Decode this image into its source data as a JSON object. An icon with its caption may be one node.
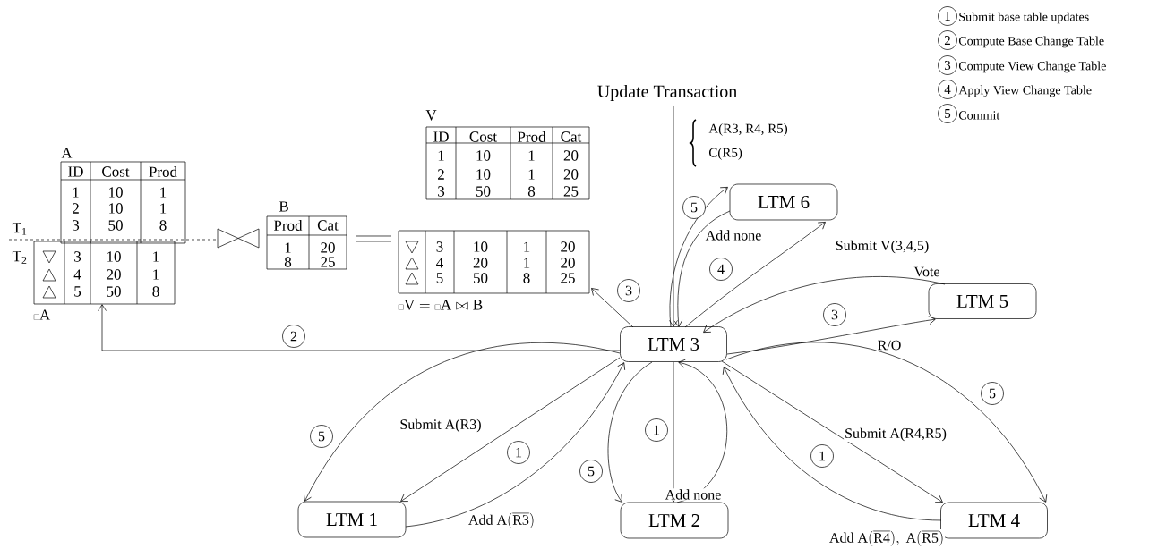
{
  "diagram": {
    "nodes": [
      {
        "text": [
          "Update Transaction"
        ]
      },
      {
        "text": [
          "ID",
          "Cost",
          "Prod",
          "Cat",
          "1",
          "10",
          "1",
          "20",
          "2",
          "10",
          "1",
          "20",
          "3",
          "50",
          "8",
          "25"
        ],
        "beside": [
          "V"
        ]
      },
      {
        "text": [
          "ID",
          "Cost",
          "Prod",
          "1",
          "10",
          "1",
          "2",
          "10",
          "1",
          "3",
          "50",
          "8"
        ],
        "beside": [
          "A"
        ]
      },
      {
        "text": [
          "LTM 6"
        ]
      },
      {
        "text": [
          "Prod",
          "Cat",
          "1",
          "20",
          "8",
          "25"
        ],
        "beside": [
          "B"
        ]
      },
      {
        "text": [
          "3",
          "10",
          "1",
          "4",
          "20",
          "1",
          "5",
          "50",
          "8"
        ],
        "beside": [
          "{\\scriptscriptstyle\\square}\\mathrm{A}"
        ]
      },
      {
        "text": [
          "3",
          "10",
          "1",
          "20",
          "4",
          "20",
          "1",
          "20",
          "5",
          "50",
          "8",
          "25"
        ],
        "beside": [
          "{\\scriptscriptstyle\\square}\\mathrm{V} = {\\scriptscriptstyle\\square}\\mathrm{A} \\bowtie \\mathrm{B}"
        ]
      },
      {
        "text": [
          "LTM 5"
        ]
      },
      {
        "text": [
          "LTM 3"
        ]
      },
      {
        "text": [
          "LTM 1"
        ]
      },
      {
        "text": [
          "LTM 2"
        ]
      },
      {
        "text": [
          "LTM 4"
        ]
      }
    ],
    "edges": [
      {
        "from": 0,
        "to": 8,
        "arrow": "to"
      },
      {
        "from": 8,
        "to": 5,
        "arrow": "to"
      },
      {
        "from": 8,
        "to": 6,
        "arrow": "to"
      },
      {
        "from": 8,
        "to": 3,
        "arrow": "to"
      },
      {
        "from": 3,
        "to": 8,
        "arrow": "to",
        "label": "Add none"
      },
      {
        "from": 8,
        "to": 3,
        "arrow": "to",
        "label": "Submit V(3,4,5)"
      },
      {
        "from": 7,
        "to": 8,
        "arrow": "to",
        "label": "Vote"
      },
      {
        "from": 8,
        "to": 7,
        "arrow": "to"
      },
      {
        "from": 8,
        "to": 11,
        "arrow": "to",
        "label": "R/O"
      },
      {
        "from": 8,
        "to": 11,
        "arrow": "to",
        "label": "Submit A(R4,R5)"
      },
      {
        "from": 11,
        "to": 8,
        "arrow": "to",
        "label": "\\mathrm{Add\\ A(\\overline{R4}),\\ A(\\overline{R5})}"
      },
      {
        "from": 8,
        "to": 9,
        "arrow": "to"
      },
      {
        "from": 8,
        "to": 9,
        "arrow": "to",
        "label": "Submit A(R3)"
      },
      {
        "from": 9,
        "to": 8,
        "arrow": "to",
        "label": "\\mathrm{Add\\ A(\\overline{R3})}"
      },
      {
        "from": 8,
        "to": 10,
        "arrow": "to"
      },
      {
        "from": 8,
        "to": 10,
        "arrow": "to"
      },
      {
        "from": 10,
        "to": 8,
        "arrow": "to",
        "label": "Add none"
      }
    ],
    "labels": [
      "1",
      "Submit base table updates",
      "2",
      "Compute Base Change Table",
      "3",
      "Compute View Change Table",
      "4",
      "Apply View Change Table",
      "5",
      "Commit",
      "A(R3, R4, R5)",
      "C(R5)",
      "T$_{1}$",
      "T$_{2}$",
      "5",
      "4",
      "3",
      "3",
      "2",
      "5",
      "1",
      "1",
      "5",
      "1",
      "5"
    ]
  }
}
